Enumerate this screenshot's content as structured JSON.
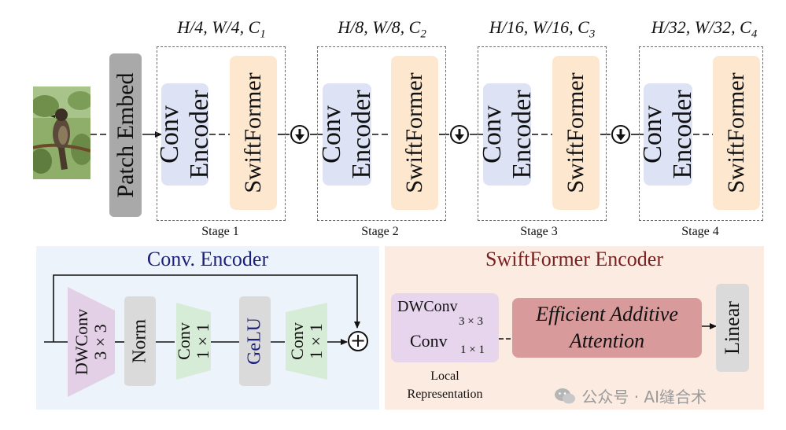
{
  "top": {
    "patch_embed": "Patch Embed",
    "stages": [
      {
        "dim": "H/4, W/4, C",
        "sub": "1",
        "label": "Stage  1",
        "conv_l1": "Conv",
        "conv_l2": "Encoder",
        "swift": "SwiftFormer"
      },
      {
        "dim": "H/8, W/8, C",
        "sub": "2",
        "label": "Stage 2",
        "conv_l1": "Conv",
        "conv_l2": "Encoder",
        "swift": "SwiftFormer"
      },
      {
        "dim": "H/16, W/16, C",
        "sub": "3",
        "label": "Stage 3",
        "conv_l1": "Conv",
        "conv_l2": "Encoder",
        "swift": "SwiftFormer"
      },
      {
        "dim": "H/32, W/32, C",
        "sub": "4",
        "label": "Stage 4",
        "conv_l1": "Conv",
        "conv_l2": "Encoder",
        "swift": "SwiftFormer"
      }
    ]
  },
  "conv_encoder": {
    "title": "Conv. Encoder",
    "dwconv_l1": "DWConv",
    "dwconv_l2": "3 × 3",
    "norm": "Norm",
    "conv1_l1": "Conv",
    "conv1_l2": "1 × 1",
    "gelu": "GeLU",
    "conv2_l1": "Conv",
    "conv2_l2": "1 × 1",
    "plus": "+"
  },
  "swift_encoder": {
    "title": "SwiftFormer Encoder",
    "local_dwconv": "DWConv",
    "local_dwconv_sub": "3 × 3",
    "local_conv": "Conv",
    "local_conv_sub": "1 × 1",
    "local_caption_l1": "Local",
    "local_caption_l2": "Representation",
    "attention_l1": "Efficient Additive",
    "attention_l2": "Attention",
    "linear": "Linear"
  },
  "watermark": "公众号 · AI缝合术",
  "colors": {
    "conv_blue": "#dde3f5",
    "swift_orange": "#fde7cf",
    "patch_gray": "#a9a9a9",
    "lower_left_bg": "#edf3fb",
    "lower_right_bg": "#fcebe1",
    "dwconv_purple": "#e3cfe6",
    "conv_green": "#d7ecd6",
    "norm_gray": "#dadada",
    "attention_red": "#d89a9a",
    "title_blue": "#1a1f7a",
    "title_red": "#7a1f1f"
  }
}
